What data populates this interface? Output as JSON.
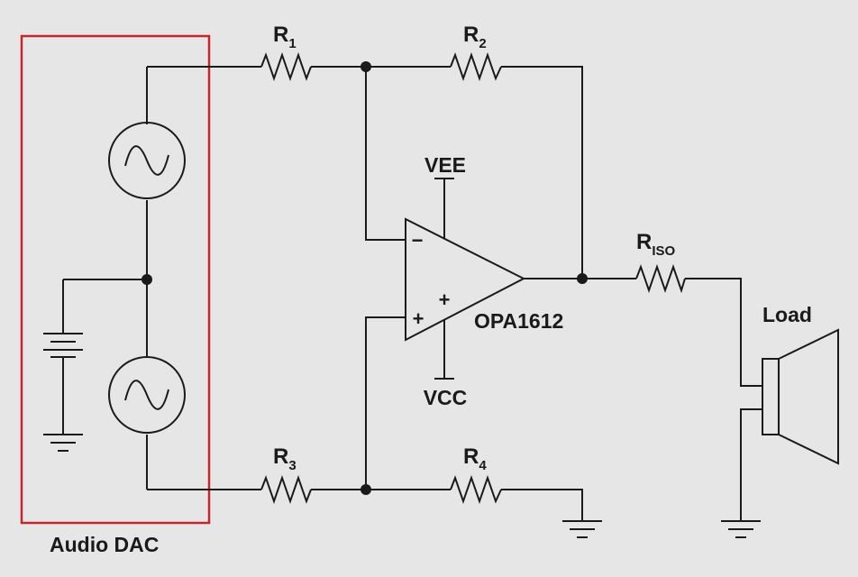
{
  "diagram": {
    "block_label": "Audio DAC",
    "resistors": {
      "r1": {
        "base": "R",
        "sub": "1"
      },
      "r2": {
        "base": "R",
        "sub": "2"
      },
      "r3": {
        "base": "R",
        "sub": "3"
      },
      "r4": {
        "base": "R",
        "sub": "4"
      },
      "riso": {
        "base": "R",
        "sub": "ISO"
      }
    },
    "opamp": {
      "part": "OPA1612",
      "supply_top": "VEE",
      "supply_bottom": "VCC",
      "inverting_sign": "−",
      "noninverting_sign": "+",
      "supply_sign": "+"
    },
    "load_label": "Load",
    "colors": {
      "wire": "#1a1a1a",
      "block_outline": "#c1272d",
      "background": "#e6e6e7"
    }
  }
}
